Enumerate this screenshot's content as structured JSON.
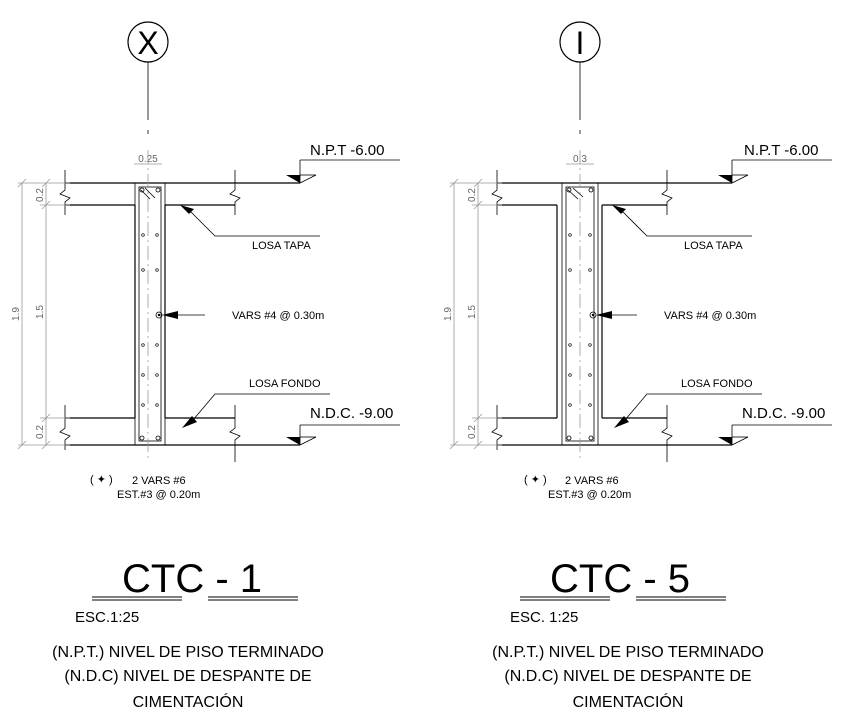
{
  "details": [
    {
      "axis_label": "X",
      "top_width": "0.25",
      "npt_level": "N.P.T -6.00",
      "ndc_level": "N.D.C. -9.00",
      "losa_tapa": "LOSA TAPA",
      "losa_fondo": "LOSA FONDO",
      "vars_label": "VARS #4 @ 0.30m",
      "dim_total": "1.9",
      "dim_middle": "1.5",
      "dim_top": "0.2",
      "dim_bottom": "0.2",
      "legend_symbol": "( ✦ )",
      "legend_vars": "2 VARS #6",
      "legend_est": "EST.#3 @ 0.20m",
      "title": "CTC - 1",
      "scale": "ESC.1:25",
      "note_line1": "(N.P.T.) NIVEL DE PISO TERMINADO",
      "note_line2": "(N.D.C) NIVEL DE DESPANTE DE",
      "note_line3": "CIMENTACIÓN"
    },
    {
      "axis_label": "I",
      "top_width": "0.3",
      "npt_level": "N.P.T -6.00",
      "ndc_level": "N.D.C. -9.00",
      "losa_tapa": "LOSA TAPA",
      "losa_fondo": "LOSA FONDO",
      "vars_label": "VARS #4 @ 0.30m",
      "dim_total": "1.9",
      "dim_middle": "1.5",
      "dim_top": "0.2",
      "dim_bottom": "0.2",
      "legend_symbol": "( ✦ )",
      "legend_vars": "2 VARS #6",
      "legend_est": "EST.#3 @ 0.20m",
      "title": "CTC - 5",
      "scale": "ESC. 1:25",
      "note_line1": "(N.P.T.) NIVEL DE PISO TERMINADO",
      "note_line2": "(N.D.C) NIVEL DE DESPANTE DE",
      "note_line3": "CIMENTACIÓN"
    }
  ]
}
